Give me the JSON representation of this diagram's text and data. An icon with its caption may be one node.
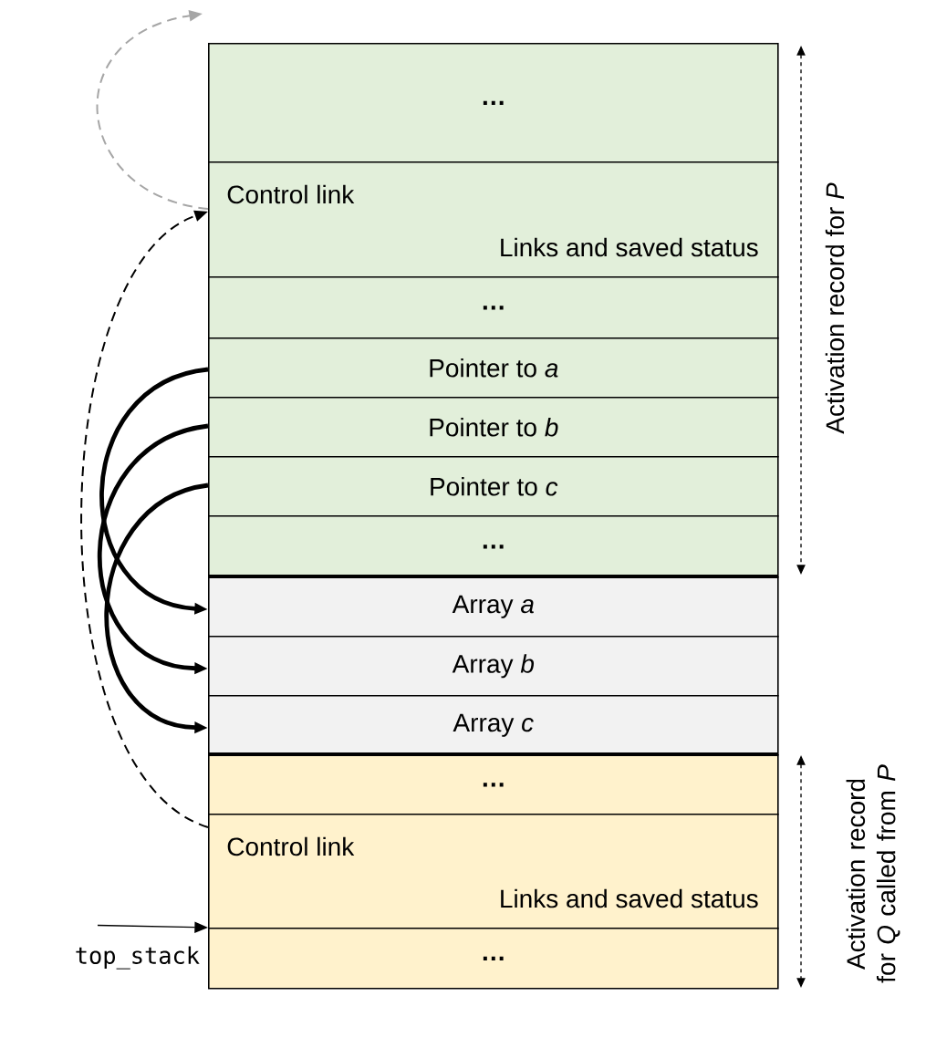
{
  "diagram": {
    "nodes": [
      {
        "text": [
          "…"
        ]
      },
      {
        "text": [
          "Control link",
          "Links and saved status"
        ]
      },
      {
        "text": [
          "…"
        ]
      },
      {
        "text": [
          "Pointer to *a*"
        ]
      },
      {
        "text": [
          "Pointer to *b*"
        ]
      },
      {
        "text": [
          "Pointer to *c*"
        ]
      },
      {
        "text": [
          "…"
        ]
      },
      {
        "text": [
          "Array *a*"
        ]
      },
      {
        "text": [
          "Array *b*"
        ]
      },
      {
        "text": [
          "Array *c*"
        ]
      },
      {
        "text": [
          "…"
        ]
      },
      {
        "text": [
          "Control link",
          "Links and saved status"
        ]
      },
      {
        "text": [
          "…"
        ]
      },
      {
        "text": [
          "top_stack"
        ]
      }
    ],
    "edges": [
      {
        "from": 1,
        "to": null,
        "arrow": "to",
        "style": "dashed",
        "color": "#a6a6a6"
      },
      {
        "from": 11,
        "to": 1,
        "arrow": "to",
        "style": "dashed"
      },
      {
        "from": 3,
        "to": 7,
        "arrow": "to",
        "style": "thick"
      },
      {
        "from": 4,
        "to": 8,
        "arrow": "to",
        "style": "thick"
      },
      {
        "from": 5,
        "to": 9,
        "arrow": "to",
        "style": "thick"
      },
      {
        "from": 13,
        "to": 12,
        "arrow": "to"
      }
    ],
    "labels": [
      "Activation record for *P*",
      "Activation record for *Q* called from *P*"
    ]
  }
}
